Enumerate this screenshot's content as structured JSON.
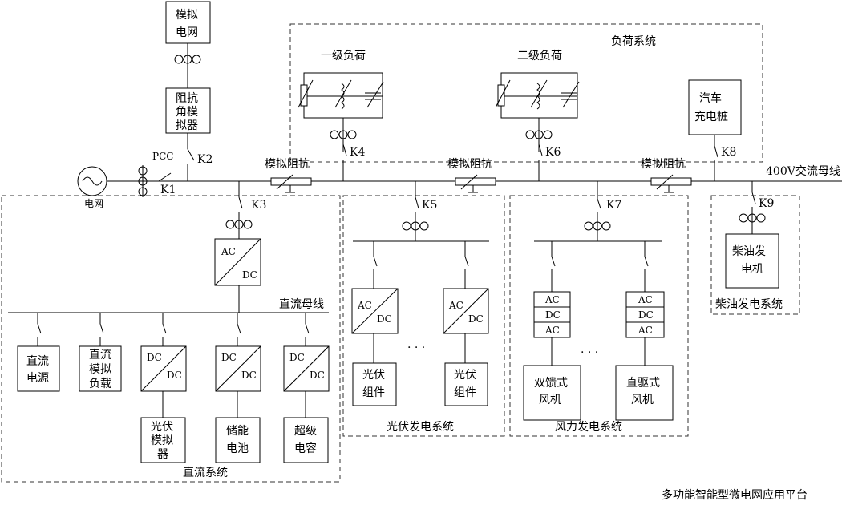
{
  "bus": {
    "main": "400V交流母线",
    "dc": "直流母线"
  },
  "grid": {
    "label": "电网",
    "pcc": "PCC",
    "sim_grid": [
      "模拟",
      "电网"
    ],
    "impedance_sim": [
      "阻抗",
      "角模",
      "拟器"
    ]
  },
  "switches": {
    "k1": "K1",
    "k2": "K2",
    "k3": "K3",
    "k4": "K4",
    "k5": "K5",
    "k6": "K6",
    "k7": "K7",
    "k8": "K8",
    "k9": "K9"
  },
  "sim_impedance": "模拟阻抗",
  "load_system": {
    "title": "负荷系统",
    "level1": "一级负荷",
    "level2": "二级负荷"
  },
  "ev_charger": [
    "汽车",
    "充电桩"
  ],
  "diesel": {
    "unit": [
      "柴油发",
      "电机"
    ],
    "system": "柴油发电系统"
  },
  "converter": {
    "ac": "AC",
    "dc": "DC"
  },
  "dc_system": {
    "title": "直流系统",
    "dc_source": [
      "直流",
      "电源"
    ],
    "dc_load": [
      "直流",
      "模拟",
      "负载"
    ],
    "pv_sim": [
      "光伏",
      "模拟",
      "器"
    ],
    "battery": [
      "储能",
      "电池"
    ],
    "supercap": [
      "超级",
      "电容"
    ]
  },
  "pv_system": {
    "title": "光伏发电系统",
    "module": [
      "光伏",
      "组件"
    ]
  },
  "wind_system": {
    "title": "风力发电系统",
    "dfig": [
      "双馈式",
      "风机"
    ],
    "direct": [
      "直驱式",
      "风机"
    ]
  },
  "ellipsis": ". . .",
  "platform_caption": "多功能智能型微电网应用平台"
}
